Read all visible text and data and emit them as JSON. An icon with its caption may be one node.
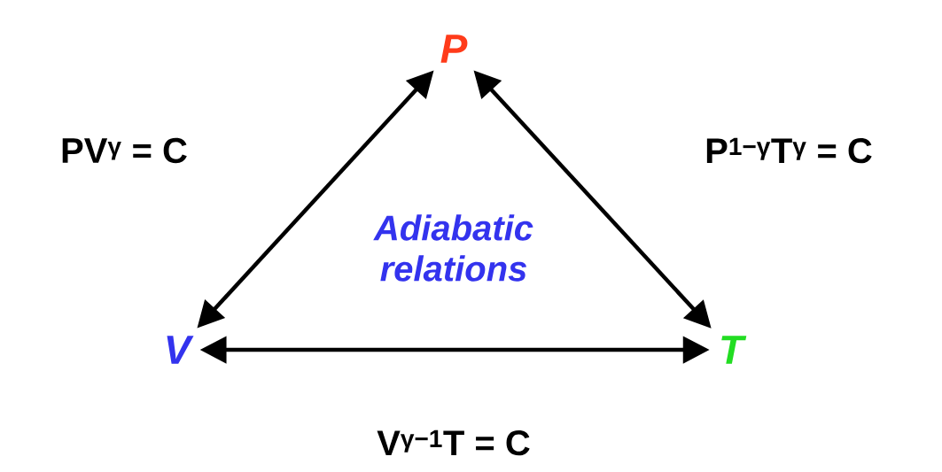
{
  "diagram": {
    "nodes": [
      {
        "text": [
          "P"
        ]
      },
      {
        "text": [
          "V"
        ]
      },
      {
        "text": [
          "T"
        ]
      }
    ],
    "edges": [
      {
        "from": 0,
        "to": 1,
        "arrow": "both",
        "label": "PV$^{γ}$ = C"
      },
      {
        "from": 0,
        "to": 2,
        "arrow": "both",
        "label": "P$^{1−γ}$T$^{γ}$ = C"
      },
      {
        "from": 1,
        "to": 2,
        "arrow": "both",
        "label": "V$^{γ−1}$T = C"
      }
    ],
    "labels": [
      "Adiabatic relations"
    ]
  }
}
